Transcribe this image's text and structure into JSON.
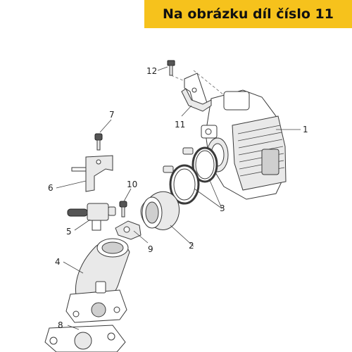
{
  "banner": {
    "text": "Na obrázku díl číslo 11"
  },
  "callouts": [
    {
      "number": "1"
    },
    {
      "number": "2"
    },
    {
      "number": "3"
    },
    {
      "number": "4"
    },
    {
      "number": "5"
    },
    {
      "number": "6"
    },
    {
      "number": "7"
    },
    {
      "number": "8"
    },
    {
      "number": "9"
    },
    {
      "number": "10"
    },
    {
      "number": "11"
    },
    {
      "number": "12"
    }
  ],
  "colors": {
    "banner": "#f6c21c",
    "line": "#444444"
  }
}
